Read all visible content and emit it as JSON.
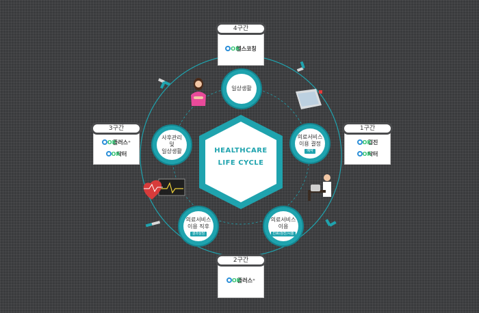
{
  "center": {
    "line1": "HEALTHCARE",
    "line2": "LIFE CYCLE"
  },
  "nodes": {
    "daily": {
      "text": "일상생활"
    },
    "decision": {
      "line1": "의료서비스",
      "line2": "이용 결정",
      "tag": "예약"
    },
    "usage": {
      "line1": "의료서비스",
      "line2": "이용",
      "tag": "진료/검진/시술"
    },
    "after_service": {
      "line1": "의료서비스",
      "line2": "이용 직후",
      "tag": "결과상담"
    },
    "aftercare": {
      "line1": "사후관리",
      "line2": "및",
      "line3": "일상생활"
    }
  },
  "zones": {
    "zone1": {
      "label": "1구간",
      "items": [
        {
          "logo": "OK",
          "name": "검진"
        },
        {
          "logo": "OK",
          "name": "닥터"
        }
      ]
    },
    "zone2": {
      "label": "2구간",
      "items": [
        {
          "logo": "OK",
          "name": "플러스⁺"
        }
      ]
    },
    "zone3": {
      "label": "3구간",
      "items": [
        {
          "logo": "OK",
          "name": "플러스⁺"
        },
        {
          "logo": "OK",
          "name": "닥터"
        }
      ]
    },
    "zone4": {
      "label": "4구간",
      "items": [
        {
          "logo": "OK",
          "name": "헬스코칭"
        }
      ]
    }
  },
  "colors": {
    "teal": "#1fa3ae",
    "dark_teal": "#138590",
    "background": "#3a3b3d",
    "logo_blue": "#2b8ed8",
    "logo_green": "#2ec26f"
  },
  "icons": [
    "woman-doctor-icon",
    "hospital-building-icon",
    "heart-monitor-icon",
    "doctor-desk-icon",
    "propeller-icon"
  ]
}
